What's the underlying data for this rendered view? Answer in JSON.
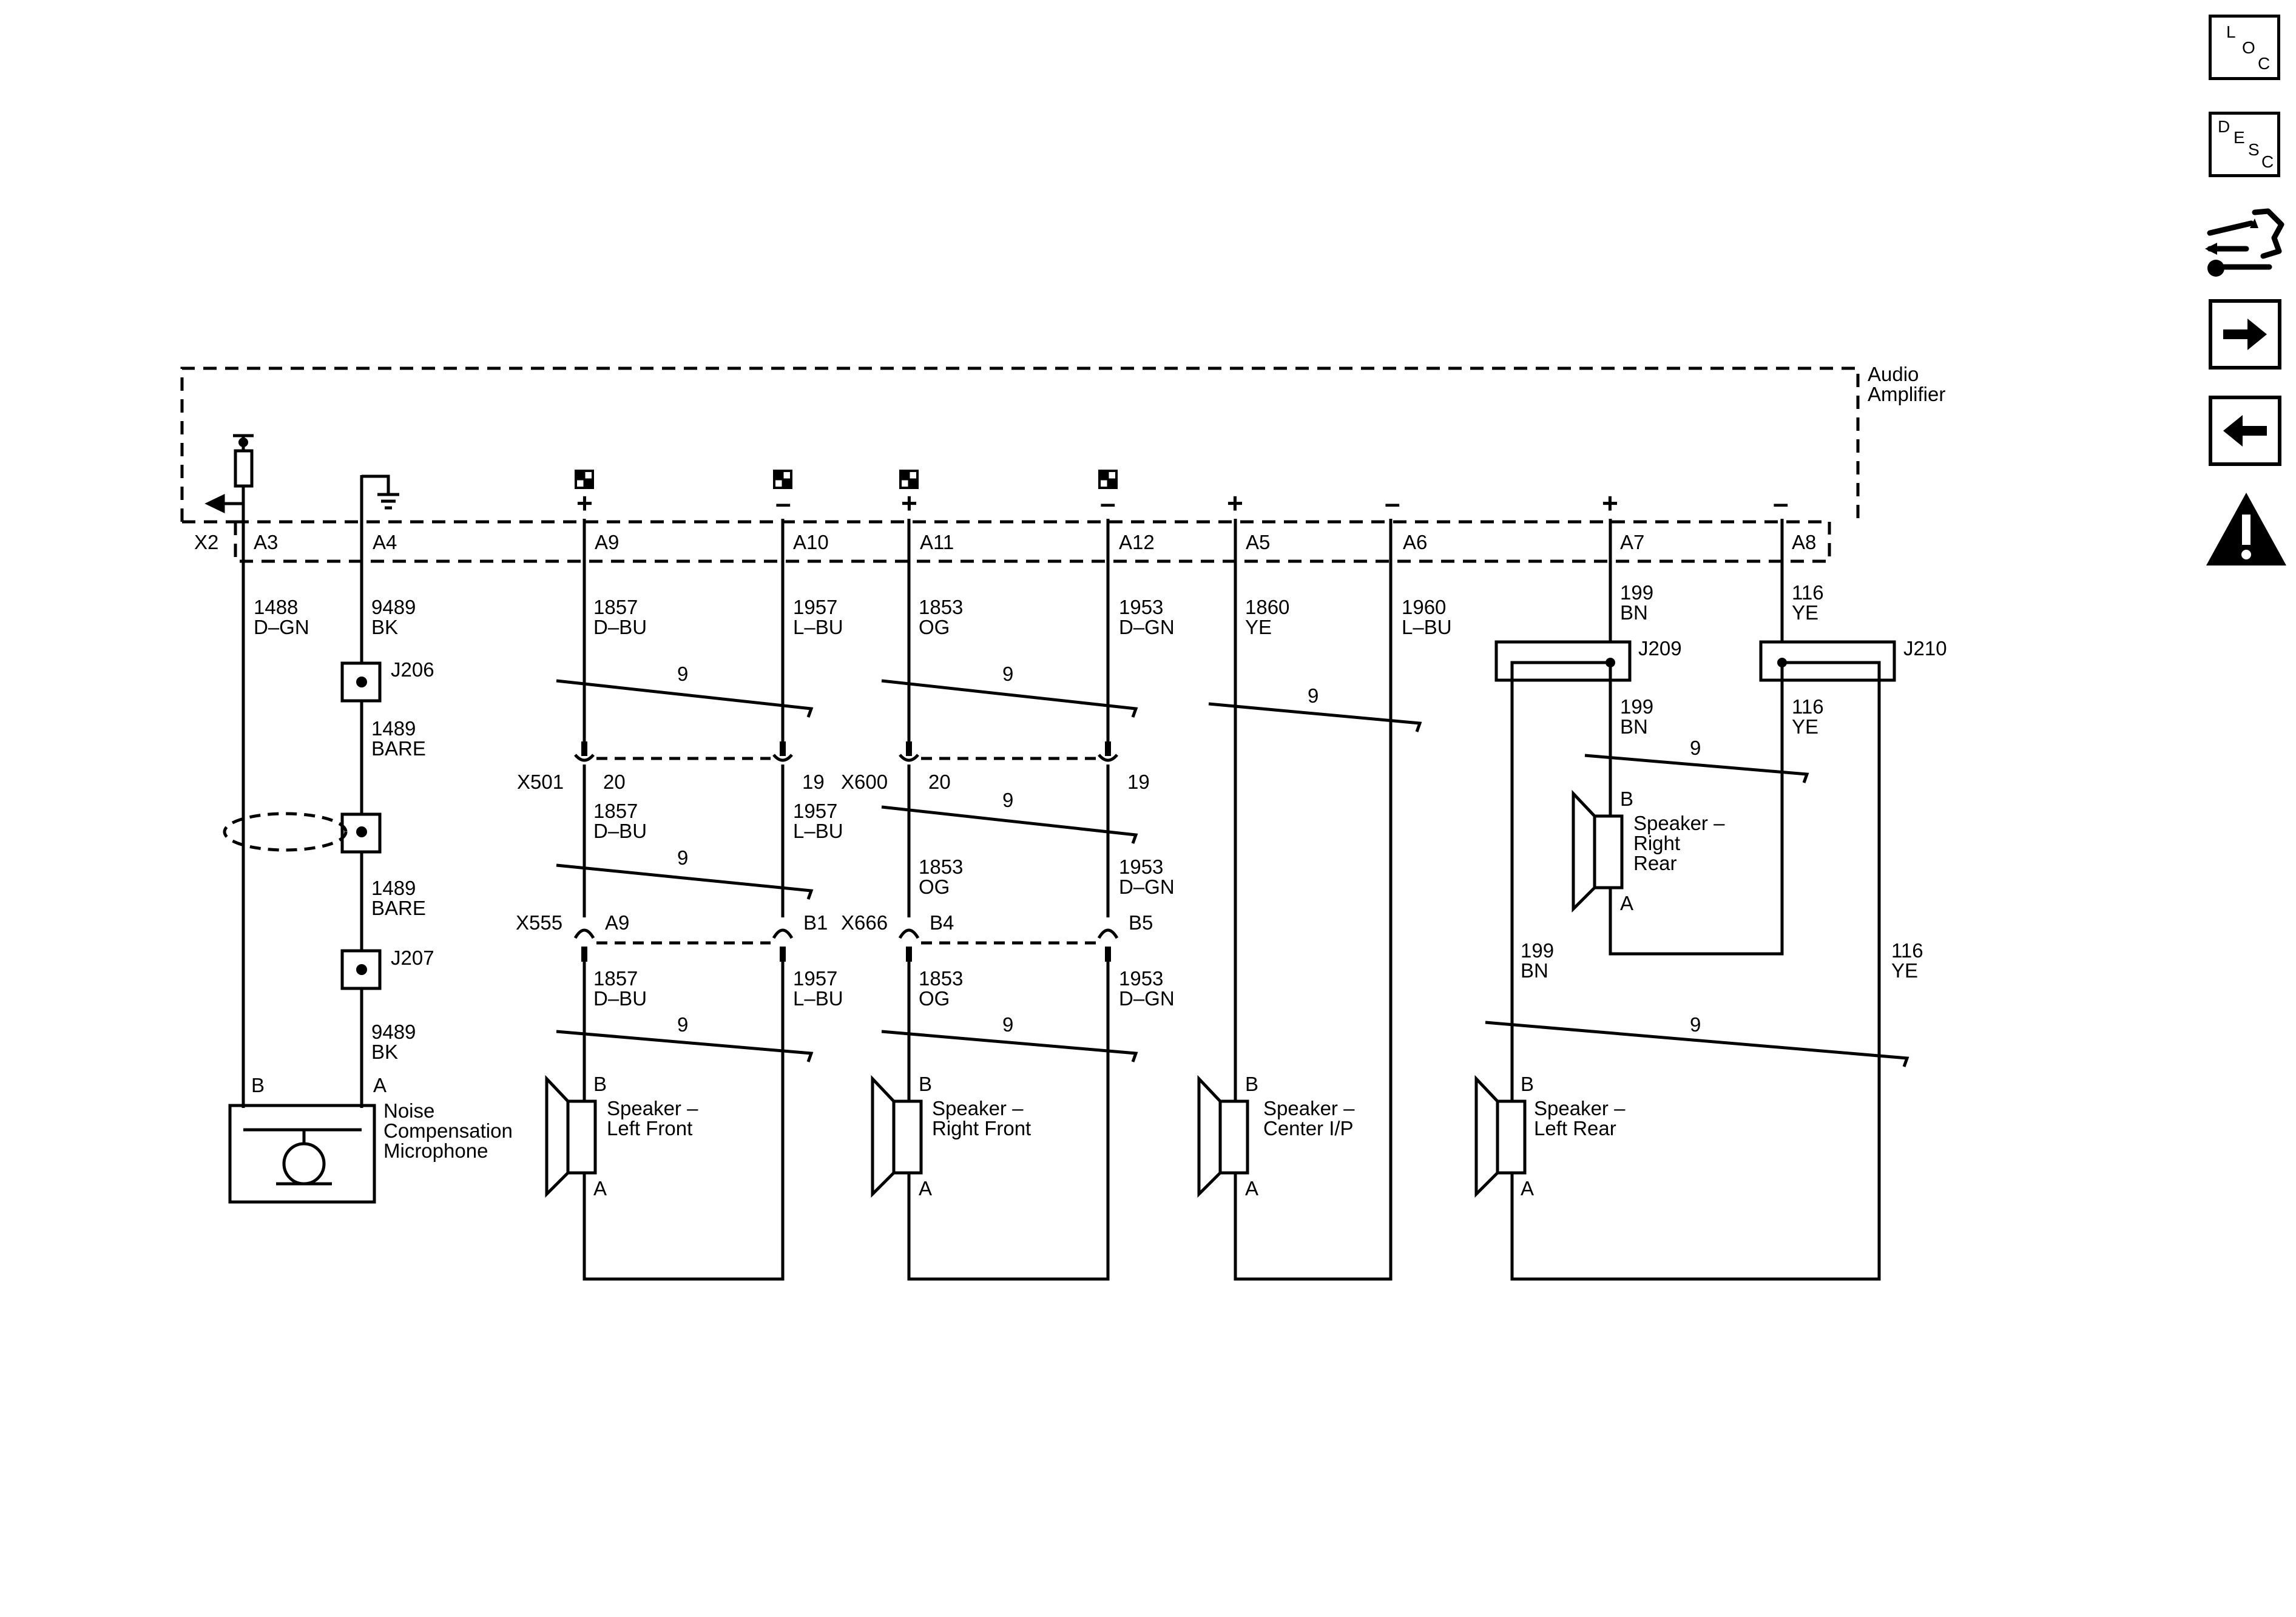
{
  "module": {
    "name_line1": "Audio",
    "name_line2": "Amplifier",
    "connector": "X2"
  },
  "nav": {
    "loc": [
      "L",
      "O",
      "C"
    ],
    "desc": [
      "D",
      "E",
      "S",
      "C"
    ],
    "icons": [
      "connector-views-icon",
      "next-page-icon",
      "previous-page-icon",
      "caution-icon"
    ]
  },
  "pins": {
    "a3": "A3",
    "a4": "A4",
    "a9": "A9",
    "a10": "A10",
    "a11": "A11",
    "a12": "A12",
    "a5": "A5",
    "a6": "A6",
    "a7": "A7",
    "a8": "A8"
  },
  "signs": {
    "plus": "+",
    "minus": "–"
  },
  "wires": {
    "c1488": "1488",
    "dgn": "D–GN",
    "c9489": "9489",
    "bk": "BK",
    "c1489": "1489",
    "bare": "BARE",
    "c1857": "1857",
    "dbu": "D–BU",
    "c1957": "1957",
    "lbu": "L–BU",
    "c1853": "1853",
    "og": "OG",
    "c1953": "1953",
    "c1860": "1860",
    "ye": "YE",
    "c1960": "1960",
    "c199": "199",
    "bn": "BN",
    "c116": "116"
  },
  "twist": "9",
  "splices": {
    "j206": "J206",
    "j207": "J207",
    "j209": "J209",
    "j210": "J210"
  },
  "inline_connectors": {
    "x501": "X501",
    "x501_a": "20",
    "x501_b": "19",
    "x600": "X600",
    "x600_a": "20",
    "x600_b": "19",
    "x555": "X555",
    "x555_a": "A9",
    "x555_b": "B1",
    "x666": "X666",
    "x666_a": "B4",
    "x666_b": "B5"
  },
  "pin_ab": {
    "a": "A",
    "b": "B"
  },
  "devices": {
    "mic": [
      "Noise",
      "Compensation",
      "Microphone"
    ],
    "lf": [
      "Speaker –",
      "Left Front"
    ],
    "rf": [
      "Speaker –",
      "Right Front"
    ],
    "ctr": [
      "Speaker –",
      "Center I/P"
    ],
    "lr": [
      "Speaker –",
      "Left Rear"
    ],
    "rr": [
      "Speaker –",
      "Right",
      "Rear"
    ]
  }
}
